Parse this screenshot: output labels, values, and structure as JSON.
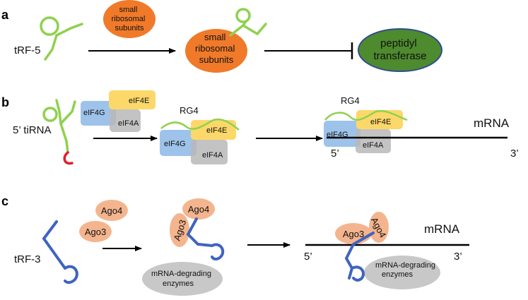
{
  "panels": {
    "a": {
      "letter": "a",
      "trna_label": "tRF-5",
      "ribosome_label_1": [
        "small",
        "ribosomal",
        "subunits"
      ],
      "ribosome_label_2": [
        "small",
        "ribosomal",
        "subunits"
      ],
      "target_label": [
        "peptidyl",
        "transferase"
      ]
    },
    "b": {
      "letter": "b",
      "trna_label": "5’ tiRNA",
      "factors_1": {
        "g": "eIF4G",
        "e": "eIF4E",
        "a": "eIF4A"
      },
      "rg4_1": "RG4",
      "factors_2": {
        "g": "eIF4G",
        "e": "eIF4E",
        "a": "eIF4A"
      },
      "rg4_2": "RG4",
      "factors_3": {
        "g": "eIF4G",
        "e": "eIF4E",
        "a": "eIF4A"
      },
      "mrna_label": "mRNA",
      "five_prime": "5’",
      "three_prime": "3’"
    },
    "c": {
      "letter": "c",
      "trf_label": "tRF-3",
      "ago4_1": "Ago4",
      "ago3_1": "Ago3",
      "ago4_2": "Ago4",
      "ago3_2": "Ago3",
      "degrading_1": [
        "mRNA-degrading",
        "enzymes"
      ],
      "ago3_3": "Ago3",
      "ago4_3": "Ago4",
      "mrna_label": "mRNA",
      "five_prime": "5’",
      "three_prime": "3’",
      "degrading_2": [
        "mRNA-degrading",
        "enzymes"
      ]
    }
  },
  "colors": {
    "trna_green": "#8fd14f",
    "ribosome_orange": "#f07a2a",
    "transferase_green": "#4e8a2e",
    "transferase_border": "#2f4f8f",
    "red_end": "#e0202a",
    "eif4g_blue": "#9ec3ea",
    "eif4e_yellow": "#fcd86a",
    "eif4a_gray": "#b8b8b8",
    "ago_peach": "#f4b58e",
    "enzyme_gray": "#c8c8c8",
    "trf3_blue": "#3f63c0"
  }
}
